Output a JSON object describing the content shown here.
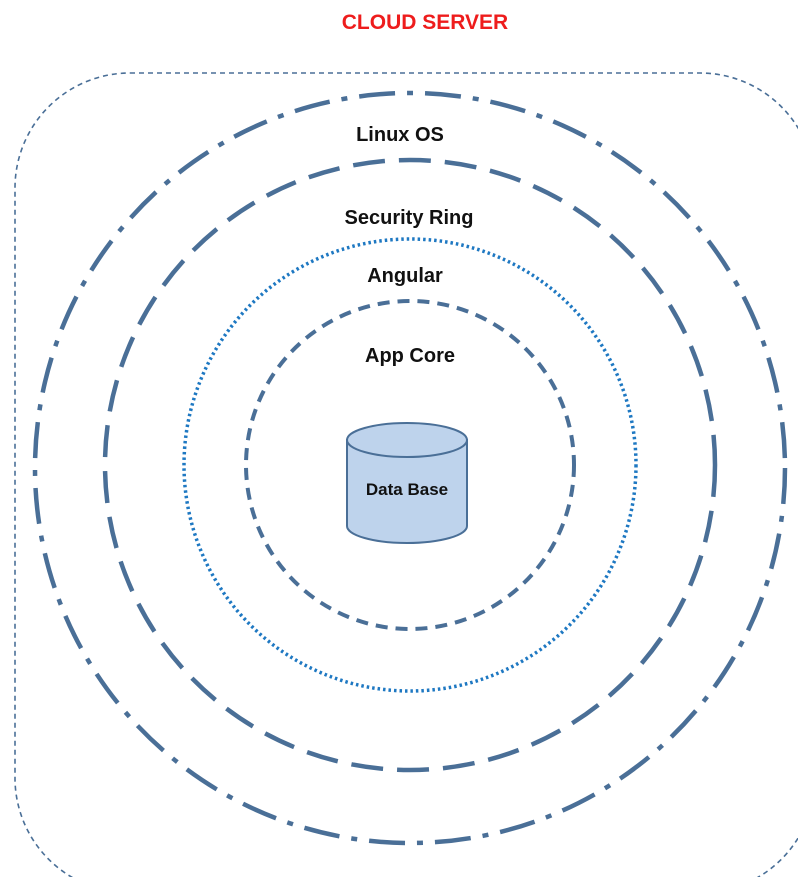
{
  "title": {
    "text": "CLOUD SERVER",
    "color": "#ee1c1c"
  },
  "colors": {
    "ring_stroke": "#4a6f97",
    "server_stroke": "#4a6f97",
    "angular_stroke": "#1e78c2",
    "db_fill": "#bed3ec",
    "db_stroke": "#4a6f97",
    "label_text": "#111111"
  },
  "layers": [
    {
      "id": "linux-os",
      "label": "Linux OS",
      "line_style": "dash-dot"
    },
    {
      "id": "security-ring",
      "label": "Security Ring",
      "line_style": "dashed"
    },
    {
      "id": "angular",
      "label": "Angular",
      "line_style": "dotted"
    },
    {
      "id": "app-core",
      "label": "App Core",
      "line_style": "dashed"
    }
  ],
  "database": {
    "label": "Data Base",
    "icon": "database-cylinder-icon"
  }
}
